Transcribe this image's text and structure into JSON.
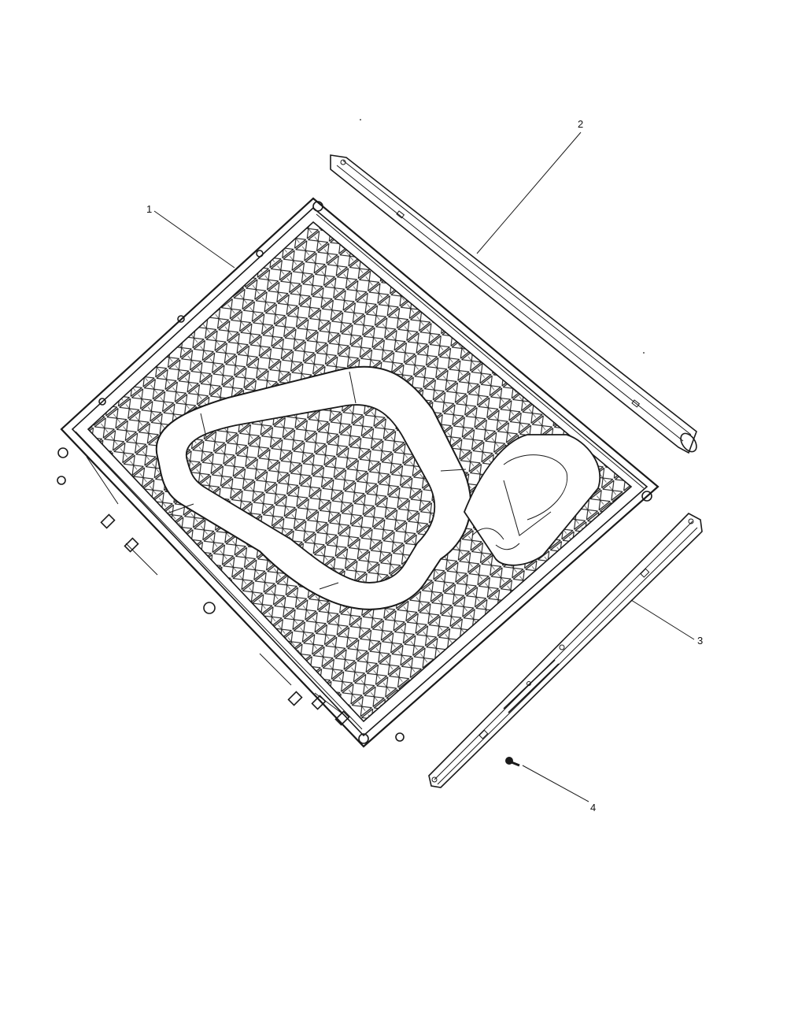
{
  "colors": {
    "ink": "#1a1a1a",
    "paper": "#ffffff"
  },
  "callouts": {
    "c1": "1",
    "c2": "2",
    "c3": "3",
    "c4": "4"
  },
  "parts": [
    {
      "callout": "1",
      "name": "tank-floor"
    },
    {
      "callout": "2",
      "name": "upper-side-rail"
    },
    {
      "callout": "3",
      "name": "lower-side-rail"
    },
    {
      "callout": "4",
      "name": "screw"
    }
  ],
  "icons": {
    "label_plate": "energy-label-icon"
  }
}
